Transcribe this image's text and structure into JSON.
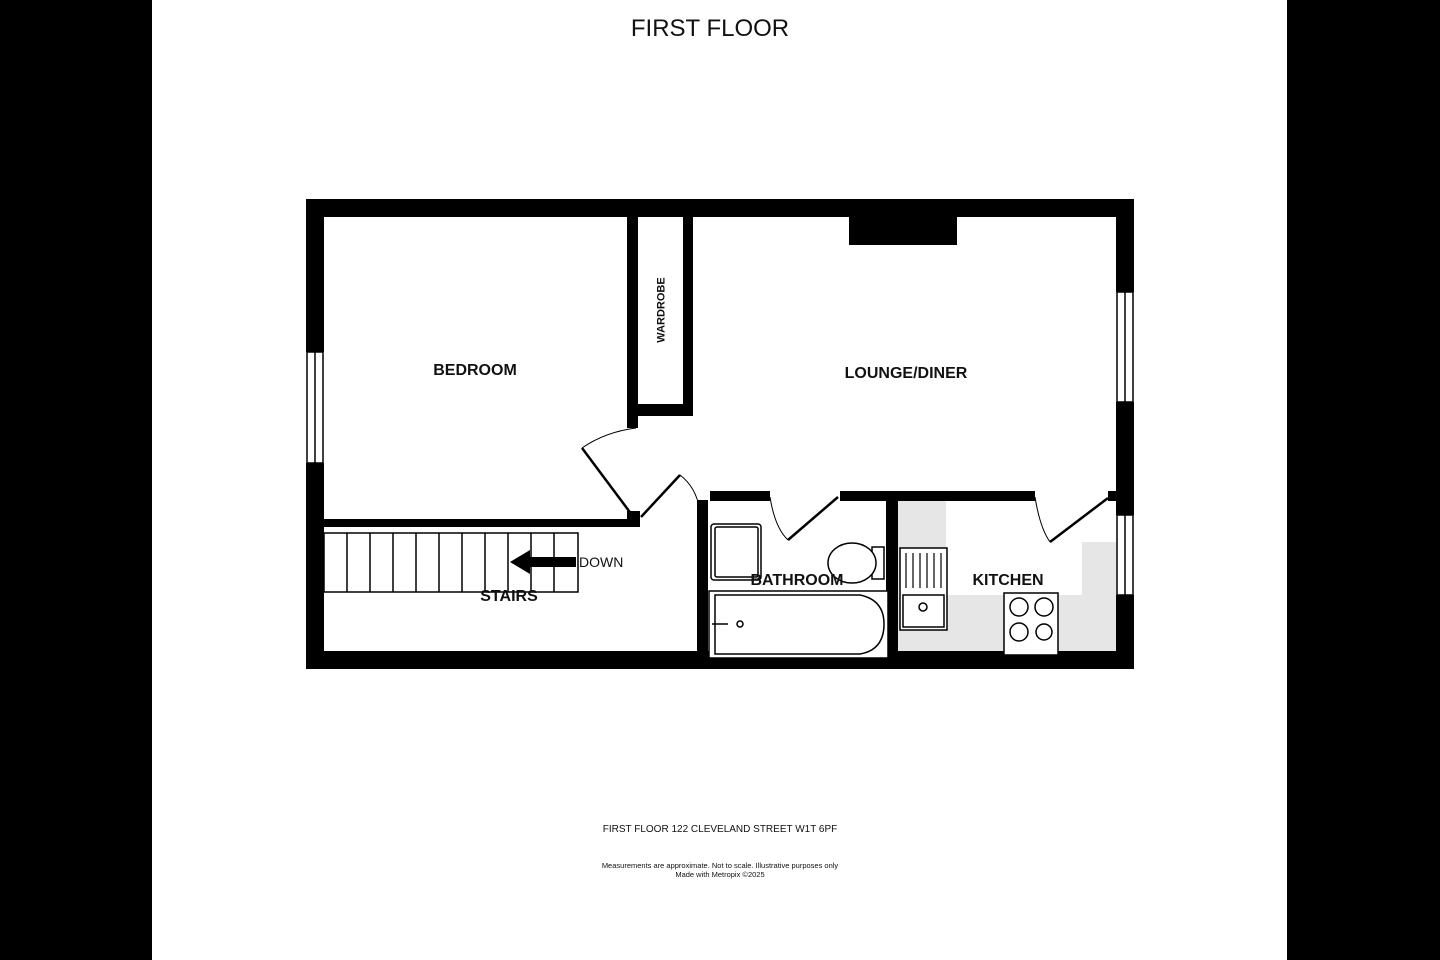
{
  "title": "FIRST FLOOR",
  "rooms": {
    "bedroom": "BEDROOM",
    "wardrobe": "WARDROBE",
    "lounge": "LOUNGE/DINER",
    "stairs": "STAIRS",
    "down": "DOWN",
    "bathroom": "BATHROOM",
    "kitchen": "KITCHEN"
  },
  "footer": {
    "address": "FIRST FLOOR 122 CLEVELAND STREET W1T 6PF",
    "disclaimer": "Measurements are approximate.  Not to scale.  Illustrative purposes only",
    "credit": "Made with Metropix ©2025"
  },
  "colors": {
    "wall": "#000000",
    "counter": "#e6e6e6",
    "background": "#ffffff"
  }
}
